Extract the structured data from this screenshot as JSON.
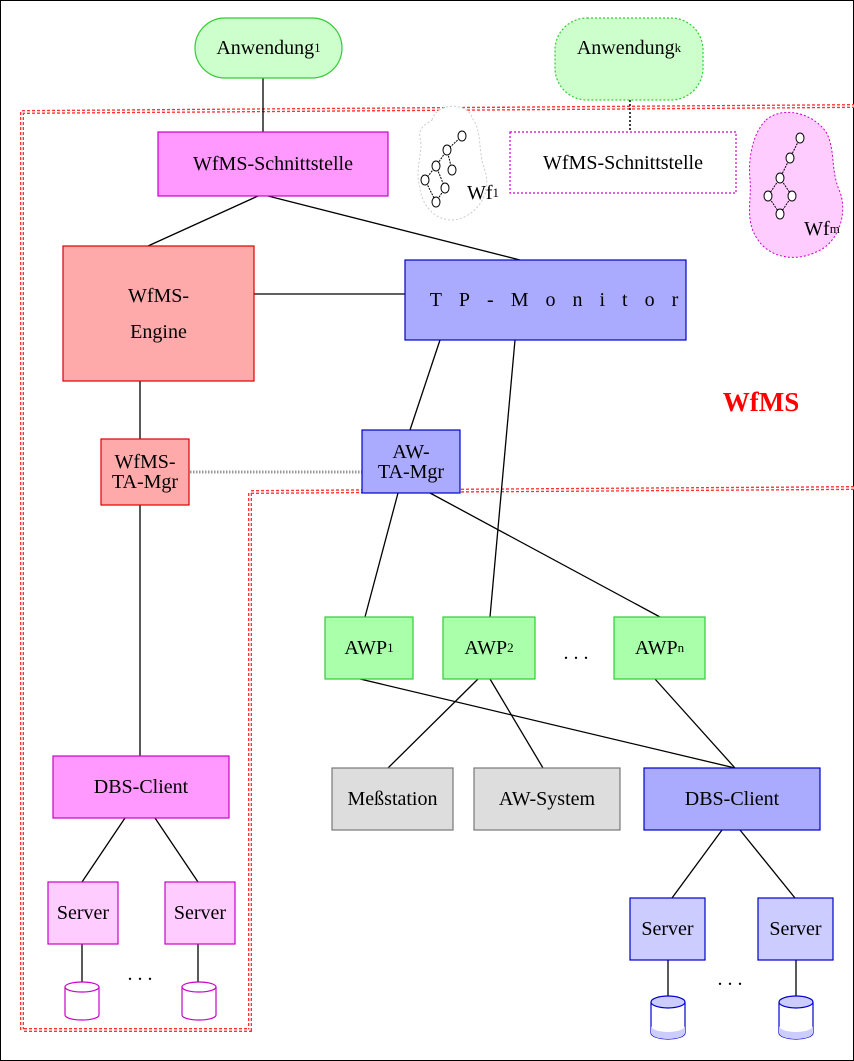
{
  "title": "WfMS",
  "nodes": {
    "app1": {
      "base": "Anwendung",
      "sub": "1"
    },
    "appk": {
      "base": "Anwendung",
      "sub": "k"
    },
    "wfms_if_1": "WfMS-Schnittstelle",
    "wfms_if_2": "WfMS-Schnittstelle",
    "wf1": {
      "base": "Wf",
      "sub": "1"
    },
    "wfm": {
      "base": "Wf",
      "sub": "m"
    },
    "engine": {
      "line1": "WfMS-",
      "line2": "Engine"
    },
    "tp_monitor": "TP-Monitor",
    "wfms_ta": {
      "line1": "WfMS-",
      "line2": "TA-Mgr"
    },
    "aw_ta": {
      "line1": "AW-",
      "line2": "TA-Mgr"
    },
    "awp1": {
      "base": "AWP",
      "sub": "1"
    },
    "awp2": {
      "base": "AWP",
      "sub": "2"
    },
    "awpn": {
      "base": "AWP",
      "sub": "n"
    },
    "awp_ellipsis": ". . .",
    "messstation": "Meßstation",
    "aw_system": "AW-System",
    "dbs_client_left": "DBS-Client",
    "dbs_client_right": "DBS-Client",
    "server": "Server",
    "server_ellipsis": ". . ."
  },
  "colors": {
    "app_green": "#ccffcc",
    "app_green_border": "#33cc33",
    "wfms_pink": "#ff99ff",
    "wfms_pink_light": "#ffccff",
    "wfms_pink_border": "#cc00cc",
    "engine_red": "#ffaaaa",
    "engine_red_border": "#dd0000",
    "tp_blue": "#aaaaff",
    "tp_blue_light": "#ccccff",
    "tp_blue_border": "#0000cc",
    "awp_green": "#aaffaa",
    "gray": "#dddddd",
    "region_red": "#ff3333"
  }
}
